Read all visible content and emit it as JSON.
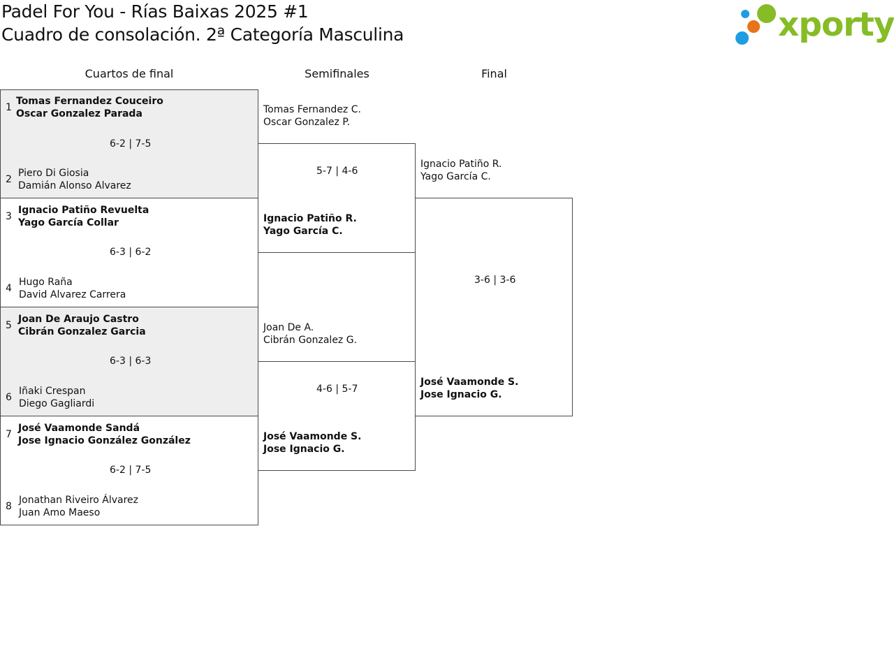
{
  "title": {
    "line1": "Padel For You - Rías Baixas 2025 #1",
    "line2": "Cuadro de consolación. 2ª Categoría Masculina"
  },
  "logo": {
    "text": "xporty",
    "dot_colors": [
      "#86bc25",
      "#e8731a",
      "#1e9ee0"
    ]
  },
  "colors": {
    "winner_shade": "#eeeeee",
    "border": "#4a4a4a",
    "brand_green": "#86bc25"
  },
  "rounds": {
    "quarterfinals": "Cuartos de final",
    "semifinals": "Semifinales",
    "final": "Final"
  },
  "quarterfinals": [
    {
      "score": "6-2 | 7-5",
      "top": {
        "seed": "1",
        "p1": "Tomas Fernandez Couceiro",
        "p2": "Oscar Gonzalez Parada"
      },
      "bottom": {
        "seed": "2",
        "p1": "Piero Di Giosia",
        "p2": "Damián Alonso Alvarez"
      }
    },
    {
      "score": "6-3 | 6-2",
      "top": {
        "seed": "3",
        "p1": "Ignacio Patiño Revuelta",
        "p2": "Yago García Collar"
      },
      "bottom": {
        "seed": "4",
        "p1": "Hugo Raña",
        "p2": "David Alvarez Carrera"
      }
    },
    {
      "score": "6-3 | 6-3",
      "top": {
        "seed": "5",
        "p1": "Joan De Araujo Castro",
        "p2": "Cibrán Gonzalez Garcia"
      },
      "bottom": {
        "seed": "6",
        "p1": "Iñaki Crespan",
        "p2": "Diego Gagliardi"
      }
    },
    {
      "score": "6-2 | 7-5",
      "top": {
        "seed": "7",
        "p1": "José Vaamonde Sandá",
        "p2": "Jose Ignacio González González"
      },
      "bottom": {
        "seed": "8",
        "p1": "Jonathan Riveiro Álvarez",
        "p2": "Juan Amo Maeso"
      }
    }
  ],
  "semifinals": [
    {
      "score": "5-7 | 4-6",
      "top": {
        "p1": "Tomas Fernandez C.",
        "p2": "Oscar Gonzalez P."
      },
      "bottom": {
        "p1": "Ignacio Patiño R.",
        "p2": "Yago García C."
      }
    },
    {
      "score": "4-6 | 5-7",
      "top": {
        "p1": "Joan De A.",
        "p2": "Cibrán Gonzalez G."
      },
      "bottom": {
        "p1": "José Vaamonde S.",
        "p2": "Jose Ignacio G."
      }
    }
  ],
  "final": {
    "score": "3-6 | 3-6",
    "top": {
      "p1": "Ignacio Patiño R.",
      "p2": "Yago García C."
    },
    "bottom": {
      "p1": "José Vaamonde S.",
      "p2": "Jose Ignacio G."
    }
  }
}
